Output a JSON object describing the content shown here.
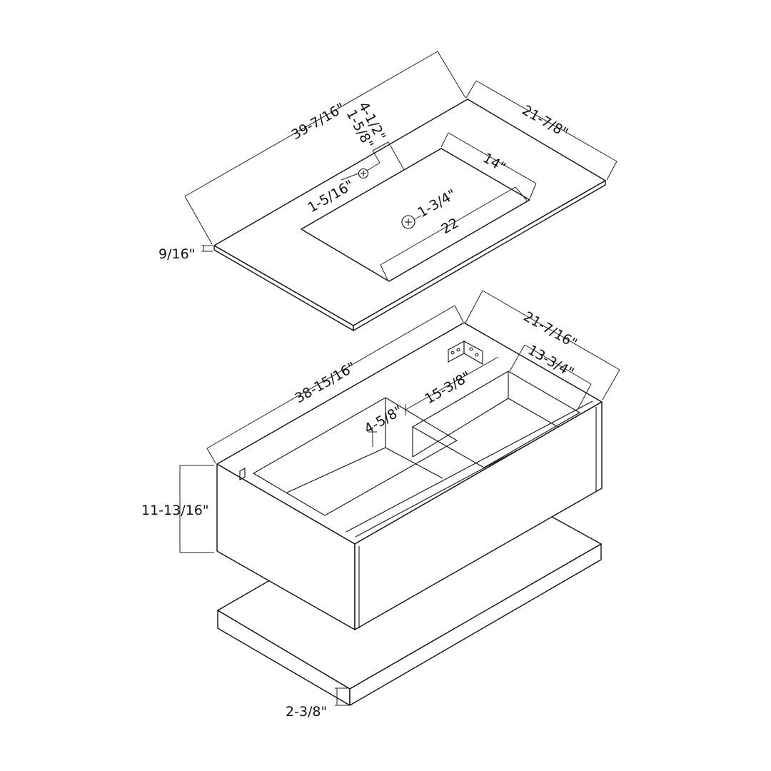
{
  "colors": {
    "line": "#111111",
    "background": "#ffffff"
  },
  "countertop": {
    "length": "39-7/16\"",
    "depth": "21-7/8\"",
    "thickness": "9/16\"",
    "back_to_faucet_hole": "4-1/2\"",
    "faucet_offset": "1-5/8\"",
    "faucet_hole_dia": "1-5/16\"",
    "basin_depth": "14\"",
    "basin_width": "22",
    "drain_dia": "1-3/4\""
  },
  "cabinet": {
    "width": "38-15/16\"",
    "depth": "21-7/16\"",
    "drawer_depth": "13-3/4\"",
    "compartment_width": "15-3/8\"",
    "notch_width": "4-5/8\"",
    "height": "11-13/16\""
  },
  "plinth": {
    "thickness": "2-3/8\""
  }
}
